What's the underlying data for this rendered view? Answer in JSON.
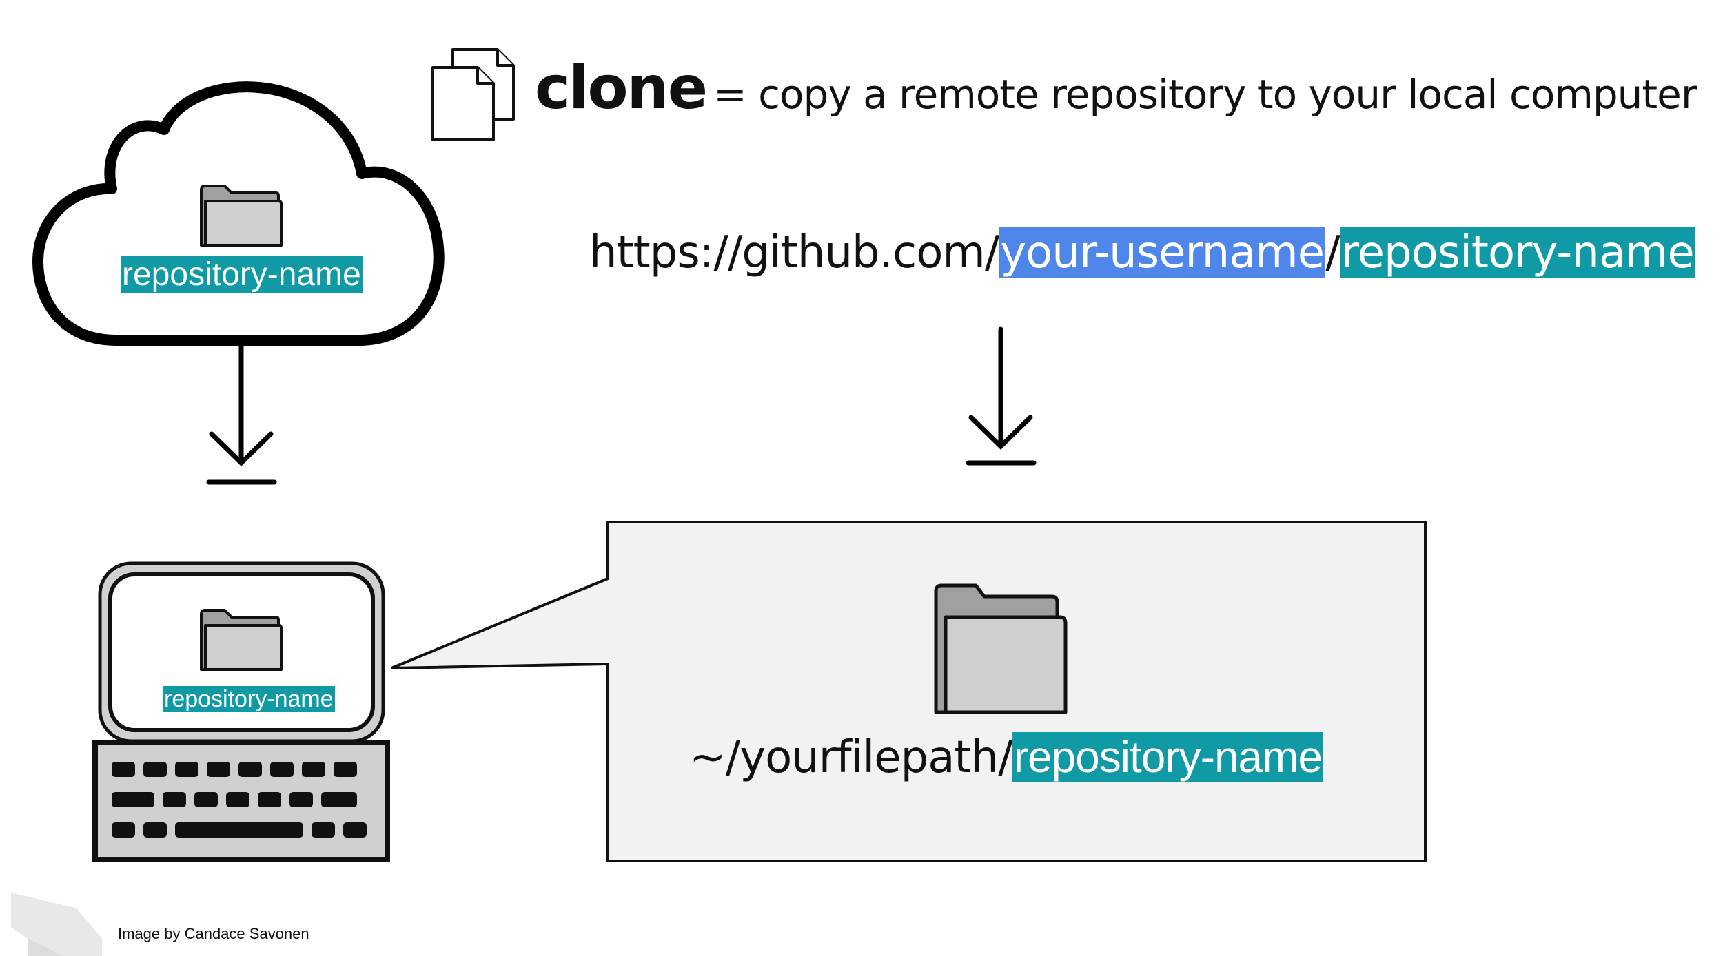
{
  "title": {
    "term": "clone",
    "definition": "= copy a remote repository to your local computer",
    "icon": "copy-documents-icon"
  },
  "url": {
    "prefix": "https://github.com/",
    "username": "your-username",
    "separator": "/",
    "repository": "repository-name"
  },
  "cloud": {
    "icon": "cloud-icon",
    "folder_icon": "folder-icon",
    "label": "repository-name"
  },
  "computer": {
    "icon": "computer-icon",
    "folder_icon": "folder-icon",
    "label": "repository-name"
  },
  "bubble": {
    "folder_icon": "folder-icon",
    "path_prefix": "~/yourfilepath/",
    "repository": "repository-name"
  },
  "credit": "Image by Candace Savonen",
  "colors": {
    "username_highlight": "#4f86e9",
    "repository_highlight": "#0f9aa6",
    "bubble_fill": "#f2f2f2",
    "folder_fill": "#d0d0d0",
    "folder_back": "#a0a0a0"
  }
}
